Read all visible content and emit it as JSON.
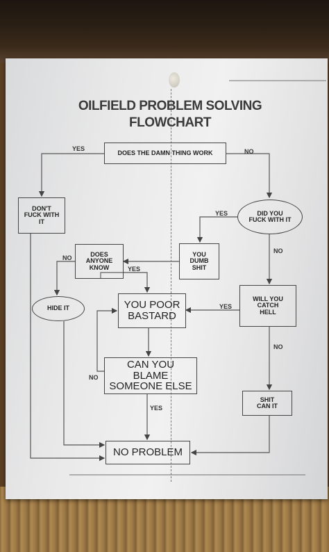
{
  "title_line1": "OILFIELD PROBLEM SOLVING",
  "title_line2": "FLOWCHART",
  "nodes": {
    "does_it_work": "DOES THE DAMN THING WORK",
    "dont_touch": "DON'T FUCK WITH IT",
    "did_you_touch": "DID YOU FUCK WITH IT",
    "you_dumb": "YOU DUMB SHIT",
    "anyone_know": "DOES ANYONE KNOW",
    "hide_it": "HIDE IT",
    "poor_bastard": "YOU POOR BASTARD",
    "catch_hell": "WILL YOU CATCH HELL",
    "blame_else": "CAN YOU BLAME SOMEONE ELSE",
    "shit_can": "SHIT CAN IT",
    "no_problem": "NO PROBLEM"
  },
  "edge_labels": {
    "work_yes": "YES",
    "work_no": "NO",
    "touch_yes": "YES",
    "touch_no": "NO",
    "know_no": "NO",
    "know_yes": "YES",
    "hell_yes": "YES",
    "hell_no": "NO",
    "blame_no": "NO",
    "blame_yes": "YES"
  }
}
